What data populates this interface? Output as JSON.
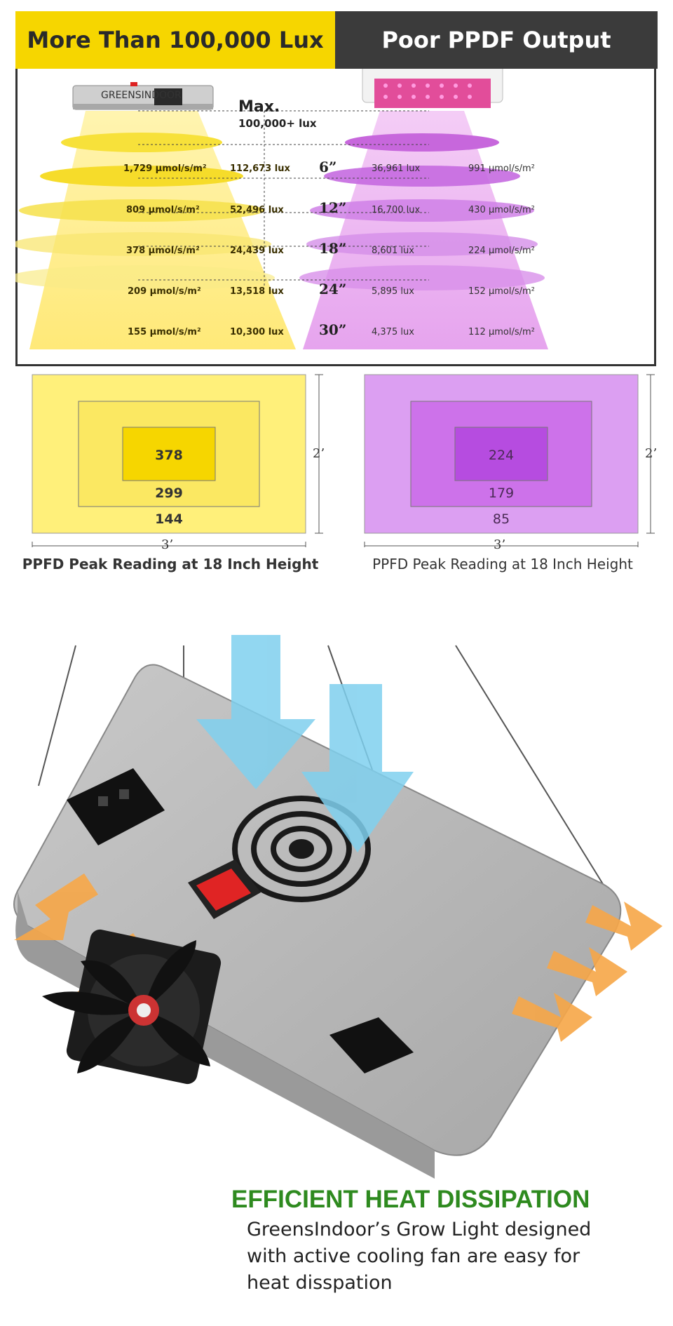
{
  "header": {
    "left_title": "More Than 100,000 Lux",
    "right_title": "Poor PPDF Output"
  },
  "comparison": {
    "brand_label": "GREENSINDOOR",
    "max_label": "Max.",
    "max_lux": "100,000+ lux",
    "rows": [
      {
        "height": "6”",
        "left_ppfd": "1,729 µmol/s/m²",
        "left_lux": "112,673 lux",
        "right_lux": "36,961 lux",
        "right_ppfd": "991 µmol/s/m²"
      },
      {
        "height": "12”",
        "left_ppfd": "809 µmol/s/m²",
        "left_lux": "52,496 lux",
        "right_lux": "16,700 lux",
        "right_ppfd": "430 µmol/s/m²"
      },
      {
        "height": "18”",
        "left_ppfd": "378 µmol/s/m²",
        "left_lux": "24,439 lux",
        "right_lux": "8,601 lux",
        "right_ppfd": "224 µmol/s/m²"
      },
      {
        "height": "24”",
        "left_ppfd": "209 µmol/s/m²",
        "left_lux": "13,518 lux",
        "right_lux": "5,895 lux",
        "right_ppfd": "152 µmol/s/m²"
      },
      {
        "height": "30”",
        "left_ppfd": "155 µmol/s/m²",
        "left_lux": "10,300 lux",
        "right_lux": "4,375 lux",
        "right_ppfd": "112 µmol/s/m²"
      }
    ]
  },
  "ppfd_left": {
    "center": "378",
    "middle": "299",
    "outer": "144",
    "width": "3’",
    "height": "2’",
    "caption": "PPFD Peak Reading at 18 Inch Height"
  },
  "ppfd_right": {
    "center": "224",
    "middle": "179",
    "outer": "85",
    "width": "3’",
    "height": "2’",
    "caption": "PPFD Peak Reading at 18 Inch Height"
  },
  "heat": {
    "title": "EFFICIENT HEAT DISSIPATION",
    "lines": [
      "GreensIndoor’s Grow Light designed",
      "with active cooling fan are easy for",
      "heat disspation"
    ]
  },
  "colors": {
    "yellow": "#f6d600",
    "dark": "#3b3b3b",
    "purple": "#b64ce0",
    "green": "#2e8a1f",
    "arrow_blue": "#7fd0ee",
    "arrow_orange": "#f7a748"
  }
}
